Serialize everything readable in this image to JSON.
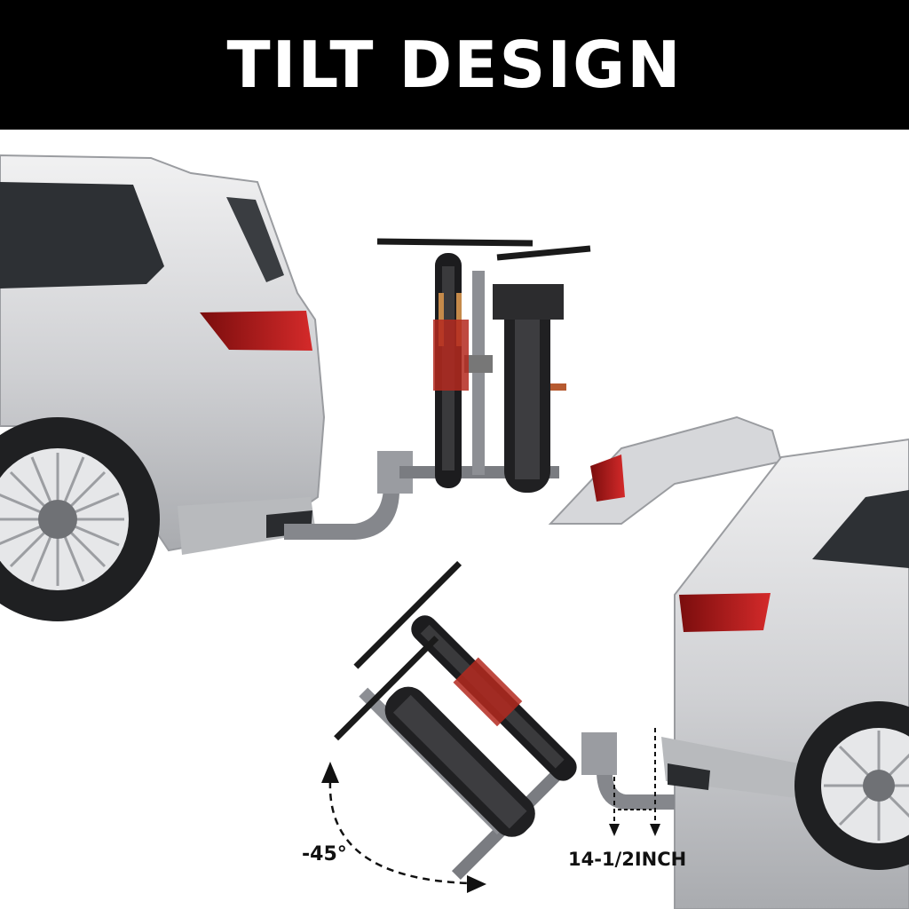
{
  "banner": {
    "title": "TILT DESIGN"
  },
  "annotations": {
    "tilt_angle": "-45°",
    "hitch_offset": "14-1/2INCH"
  },
  "colors": {
    "banner_bg": "#000000",
    "banner_text": "#ffffff",
    "car_body": "#d9dadc",
    "rack_metal": "#8a8c91",
    "tail_light": "#b01818"
  }
}
